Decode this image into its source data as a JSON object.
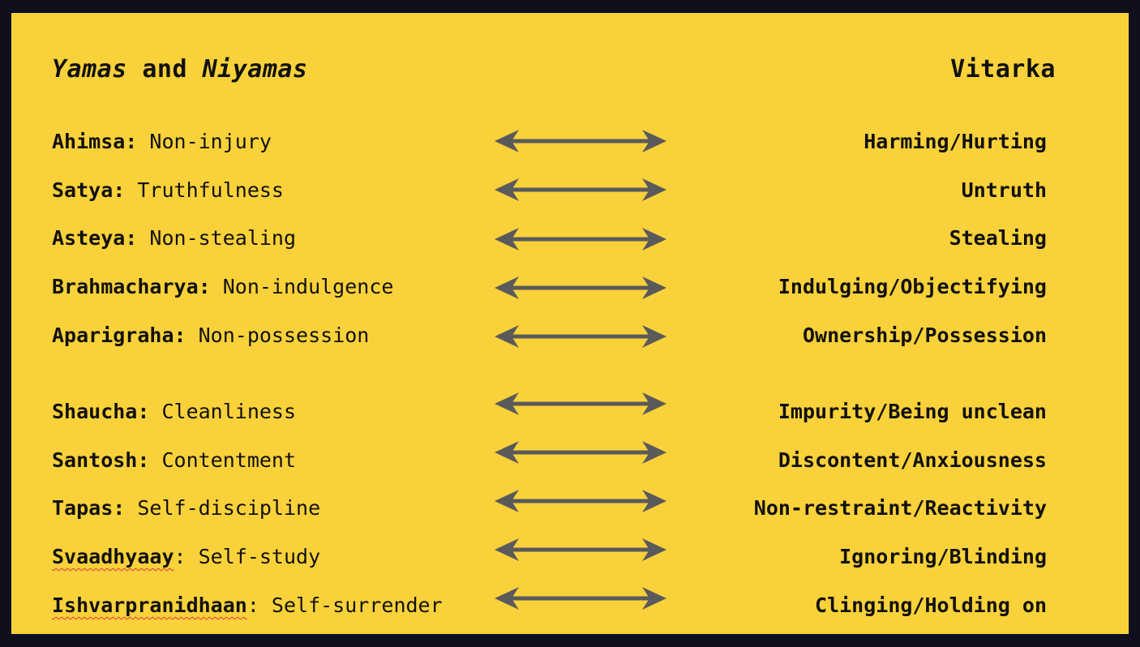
{
  "headings": {
    "left_part1": "Yamas",
    "left_part2": " and ",
    "left_part3": "Niyamas",
    "right": "Vitarka"
  },
  "colors": {
    "background": "#f9d13a",
    "frame": "#0f0f1e",
    "arrow": "#5a5a5a",
    "spellcheck": "#d23a3a"
  },
  "icons": {
    "arrow": "double-headed-arrow-icon"
  },
  "rows": [
    {
      "name": "Ahimsa:",
      "meaning": " Non-injury",
      "opposite": "Harming/Hurting"
    },
    {
      "name": "Satya:",
      "meaning": " Truthfulness",
      "opposite": "Untruth"
    },
    {
      "name": "Asteya:",
      "meaning": " Non-stealing",
      "opposite": "Stealing"
    },
    {
      "name": "Brahmacharya:",
      "meaning": " Non-indulgence",
      "opposite": "Indulging/Objectifying"
    },
    {
      "name": "Aparigraha:",
      "meaning": " Non-possession",
      "opposite": "Ownership/Possession"
    },
    {
      "name": "Shaucha:",
      "meaning": " Cleanliness",
      "opposite": "Impurity/Being unclean"
    },
    {
      "name": "Santosh:",
      "meaning": " Contentment",
      "opposite": "Discontent/Anxiousness"
    },
    {
      "name": "Tapas:",
      "meaning": " Self-discipline",
      "opposite": "Non-restraint/Reactivity"
    },
    {
      "name": "Svaadhyaay",
      "meaning": ": Self-study",
      "opposite": "Ignoring/Blinding"
    },
    {
      "name": "Ishvarpranidhaan",
      "meaning": ": Self-surrender",
      "opposite": "Clinging/Holding on"
    }
  ]
}
